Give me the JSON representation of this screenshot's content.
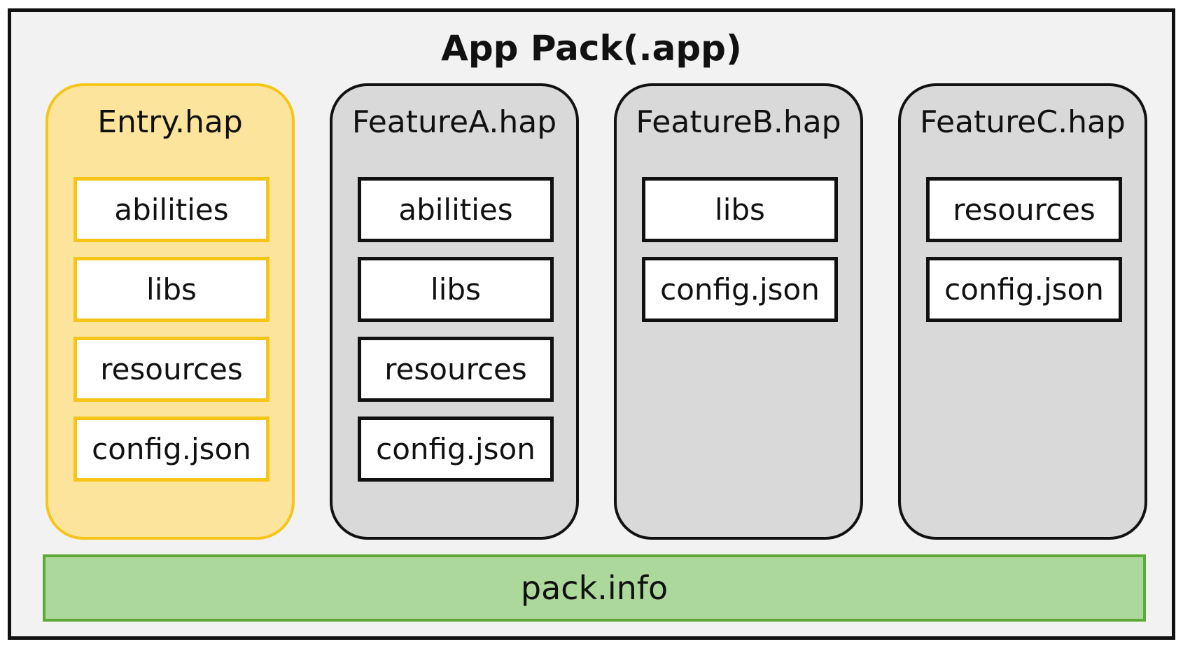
{
  "title": "App Pack(.app)",
  "haps": [
    {
      "name": "Entry.hap",
      "items": [
        "abilities",
        "libs",
        "resources",
        "config.json"
      ]
    },
    {
      "name": "FeatureA.hap",
      "items": [
        "abilities",
        "libs",
        "resources",
        "config.json"
      ]
    },
    {
      "name": "FeatureB.hap",
      "items": [
        "libs",
        "config.json"
      ]
    },
    {
      "name": "FeatureC.hap",
      "items": [
        "resources",
        "config.json"
      ]
    }
  ],
  "footer": "pack.info",
  "colors": {
    "outer_border": "#111111",
    "outer_fill": "#f2f2f2",
    "entry_border": "#f5c518",
    "entry_fill": "#fce49c",
    "feature_fill": "#d9d9d9",
    "pack_border": "#5daa3a",
    "pack_fill": "#acd89c"
  }
}
